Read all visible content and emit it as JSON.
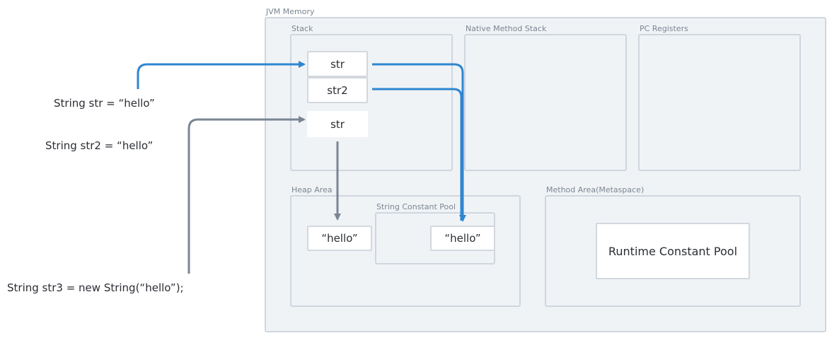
{
  "code_lines": {
    "line1": "String str = “hello”",
    "line2": "String str2 = “hello”",
    "line3": "String str3 = new String(“hello”);"
  },
  "jvm": {
    "title": "JVM Memory",
    "stack": {
      "label": "Stack",
      "slots": [
        "str",
        "str2",
        "str"
      ]
    },
    "native_method_stack": {
      "label": "Native Method Stack"
    },
    "pc_registers": {
      "label": "PC Registers"
    },
    "heap": {
      "label": "Heap Area",
      "object_value": "“hello”",
      "string_constant_pool": {
        "label": "String Constant Pool",
        "value": "“hello”"
      }
    },
    "method_area": {
      "label": "Method Area(Metaspace)",
      "runtime_constant_pool": "Runtime Constant Pool"
    }
  },
  "colors": {
    "literal_reference_arrow": "#2e86d0",
    "new_object_reference_arrow": "#7a8594",
    "region_fill": "#f0f3f6",
    "region_border": "#cfd6de"
  }
}
